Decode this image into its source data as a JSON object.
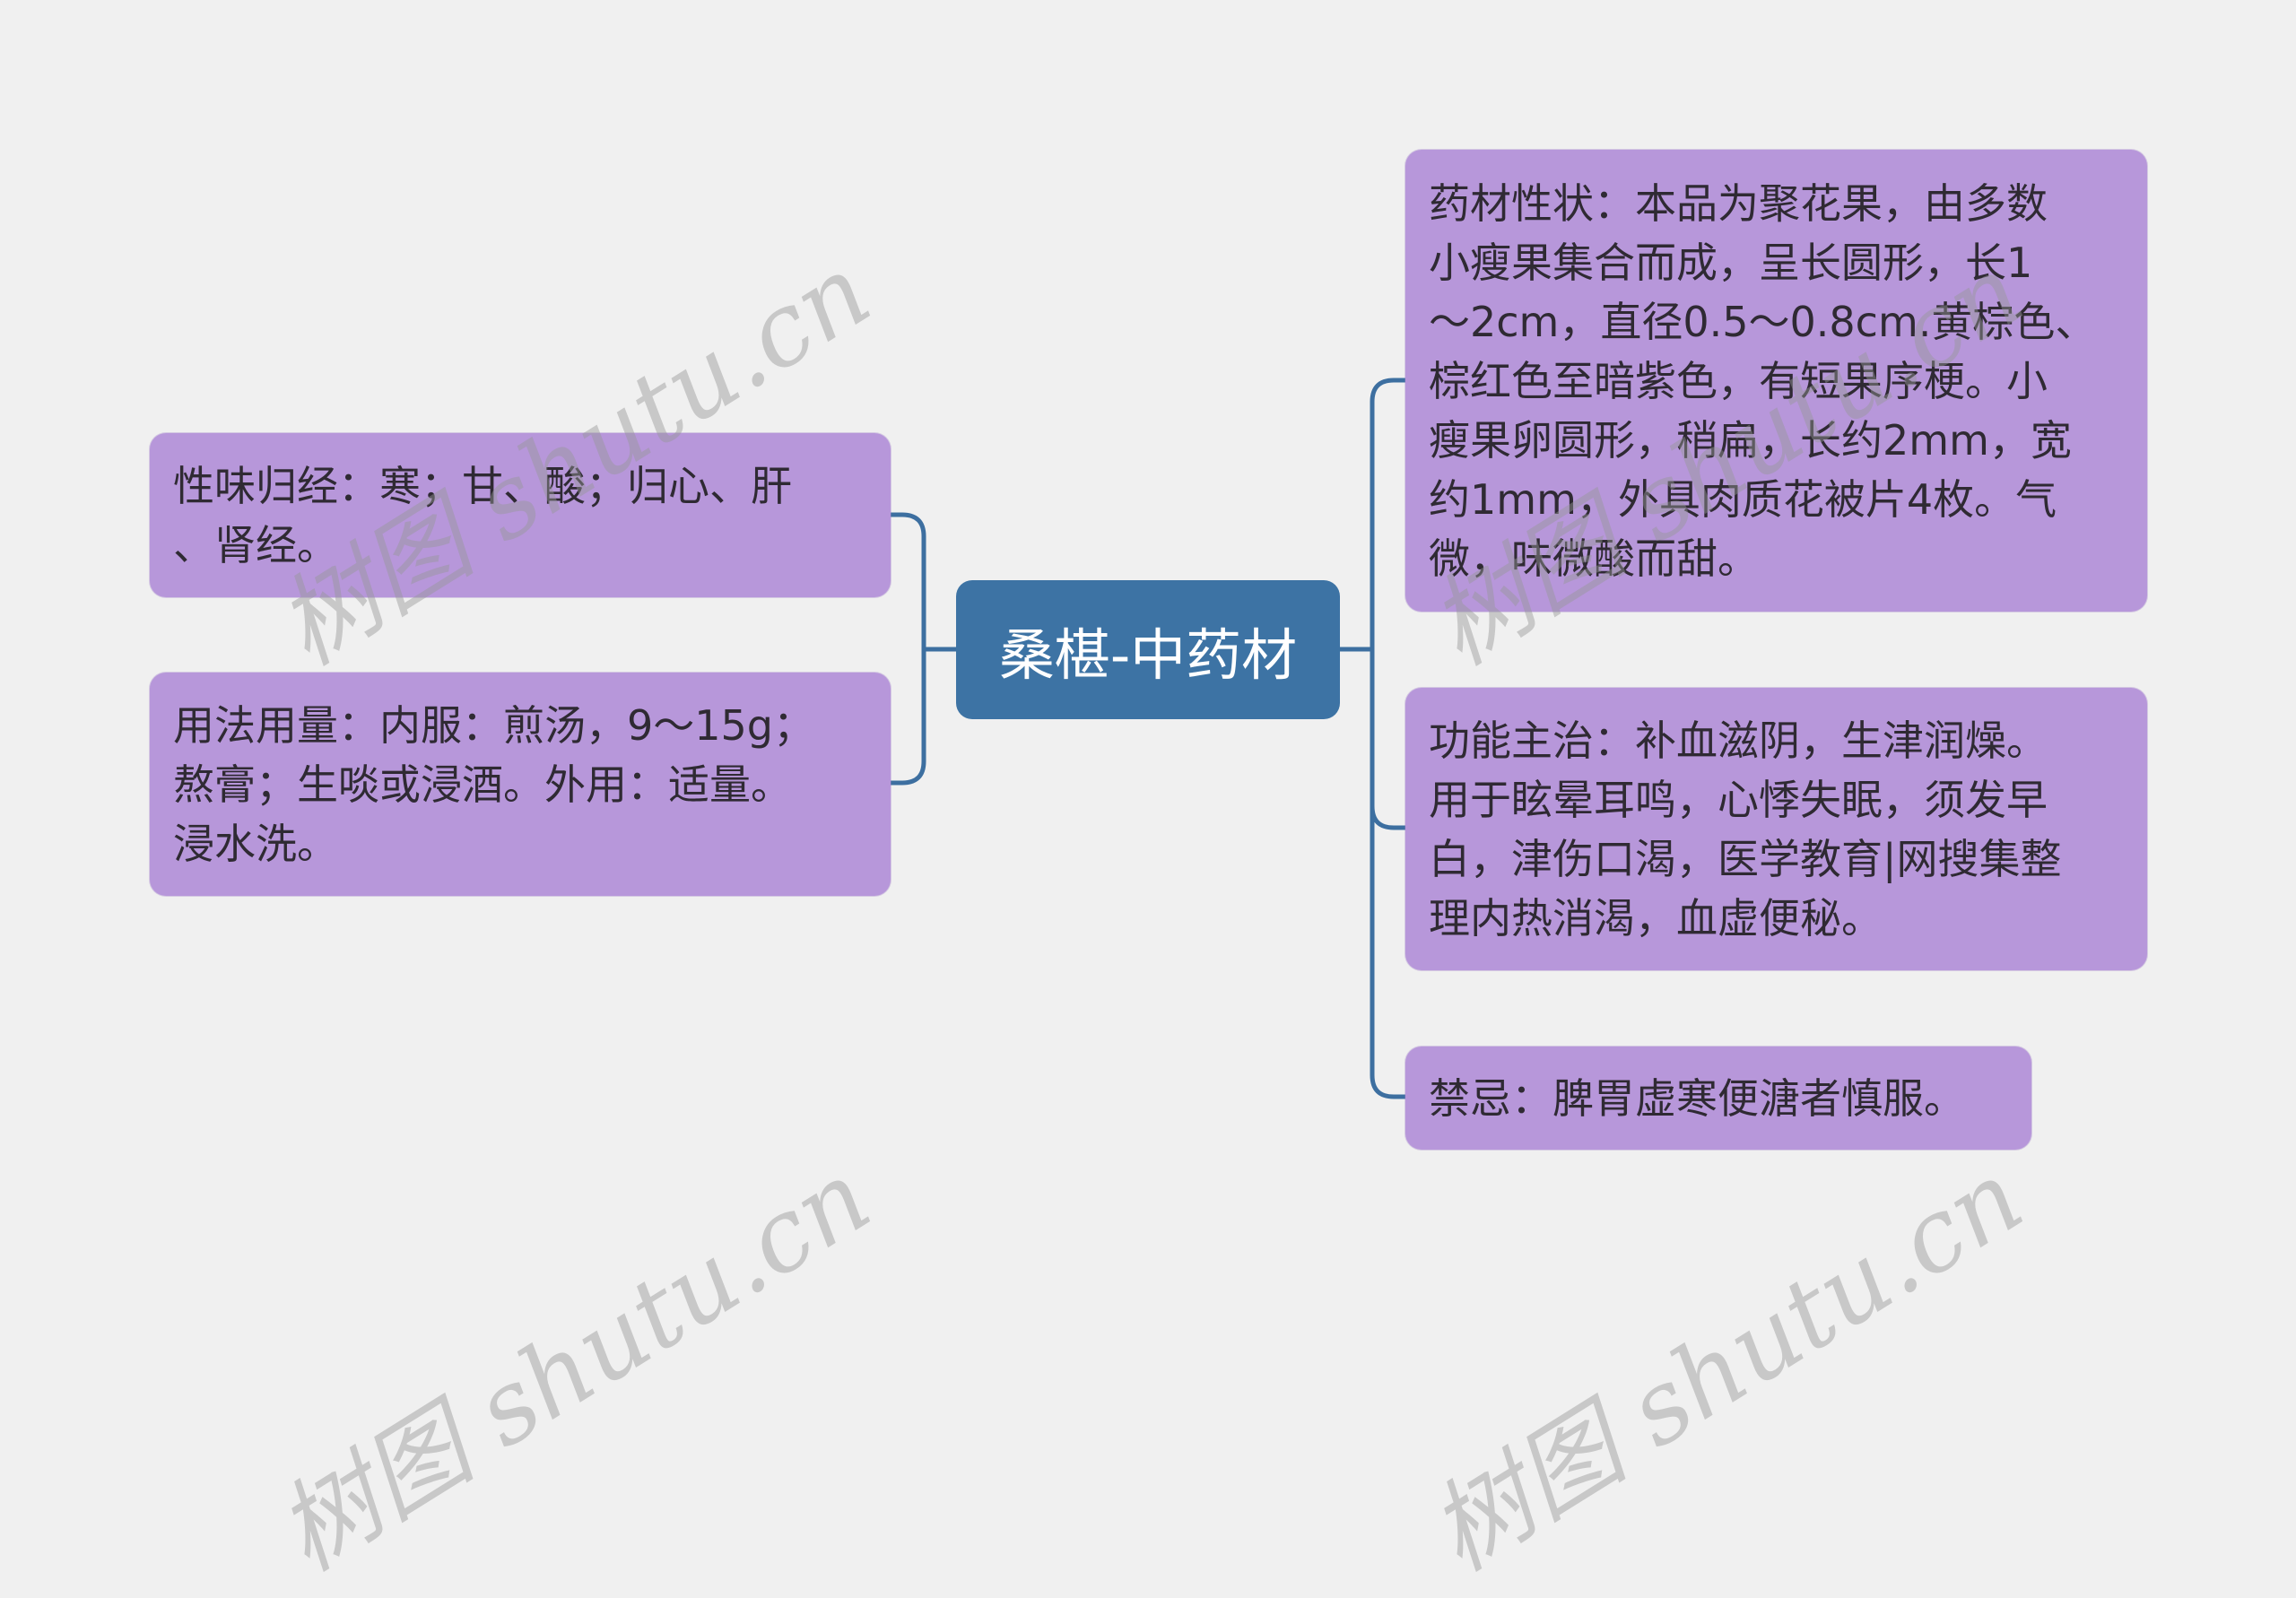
{
  "diagram": {
    "type": "mind-map",
    "root": {
      "label": "桑椹-中药材",
      "color": "#3d73a4",
      "text_color": "#ffffff"
    },
    "node_color": "#b797da",
    "node_text_color": "#2f2a33",
    "connector_color": "#3d6fa0",
    "background_color": "#f0f0f0",
    "left_branches": [
      {
        "title": "性味归经",
        "full_text": "性味归经：寒；甘、酸；归心、肝、肾经。",
        "lines": [
          "性味归经：寒；甘、酸；归心、肝",
          "、肾经。"
        ]
      },
      {
        "title": "用法用量",
        "full_text": "用法用量：内服：煎汤，9～15g；熬膏；生啖或浸酒。外用：适量。浸水洗。",
        "lines": [
          "用法用量：内服：煎汤，9～15g；",
          "熬膏；生啖或浸酒。外用：适量。",
          "浸水洗。"
        ]
      }
    ],
    "right_branches": [
      {
        "title": "药材性状",
        "full_text": "药材性状：本品为聚花果，由多数小瘦果集合而成，呈长圆形，长1～2cm，直径0.5～0.8cm.黄棕色、棕红色至暗紫色，有短果序梗。小瘦果卵圆形，稍扁，长约2mm，宽约1mm，外具肉质花被片4枚。气微，味微酸而甜。",
        "lines": [
          "药材性状：本品为聚花果，由多数",
          "小瘦果集合而成，呈长圆形，长1",
          "～2cm，直径0.5～0.8cm.黄棕色、",
          "棕红色至暗紫色，有短果序梗。小",
          "瘦果卵圆形，稍扁，长约2mm，宽",
          "约1mm，外具肉质花被片4枚。气",
          "微，味微酸而甜。"
        ]
      },
      {
        "title": "功能主治",
        "full_text": "功能主治：补血滋阴，生津润燥。用于眩晕耳鸣，心悸失眠，须发早白，津伤口渴，医学教育|网搜集整理内热消渴，血虚便秘。",
        "lines": [
          "功能主治：补血滋阴，生津润燥。",
          "用于眩晕耳鸣，心悸失眠，须发早",
          "白，津伤口渴，医学教育|网搜集整",
          "理内热消渴，血虚便秘。"
        ]
      },
      {
        "title": "禁忌",
        "full_text": "禁忌：脾胃虚寒便溏者慎服。",
        "lines": [
          "禁忌：脾胃虚寒便溏者慎服。"
        ]
      }
    ]
  },
  "watermark": {
    "text": "树图 shutu.cn",
    "instances": 4
  }
}
